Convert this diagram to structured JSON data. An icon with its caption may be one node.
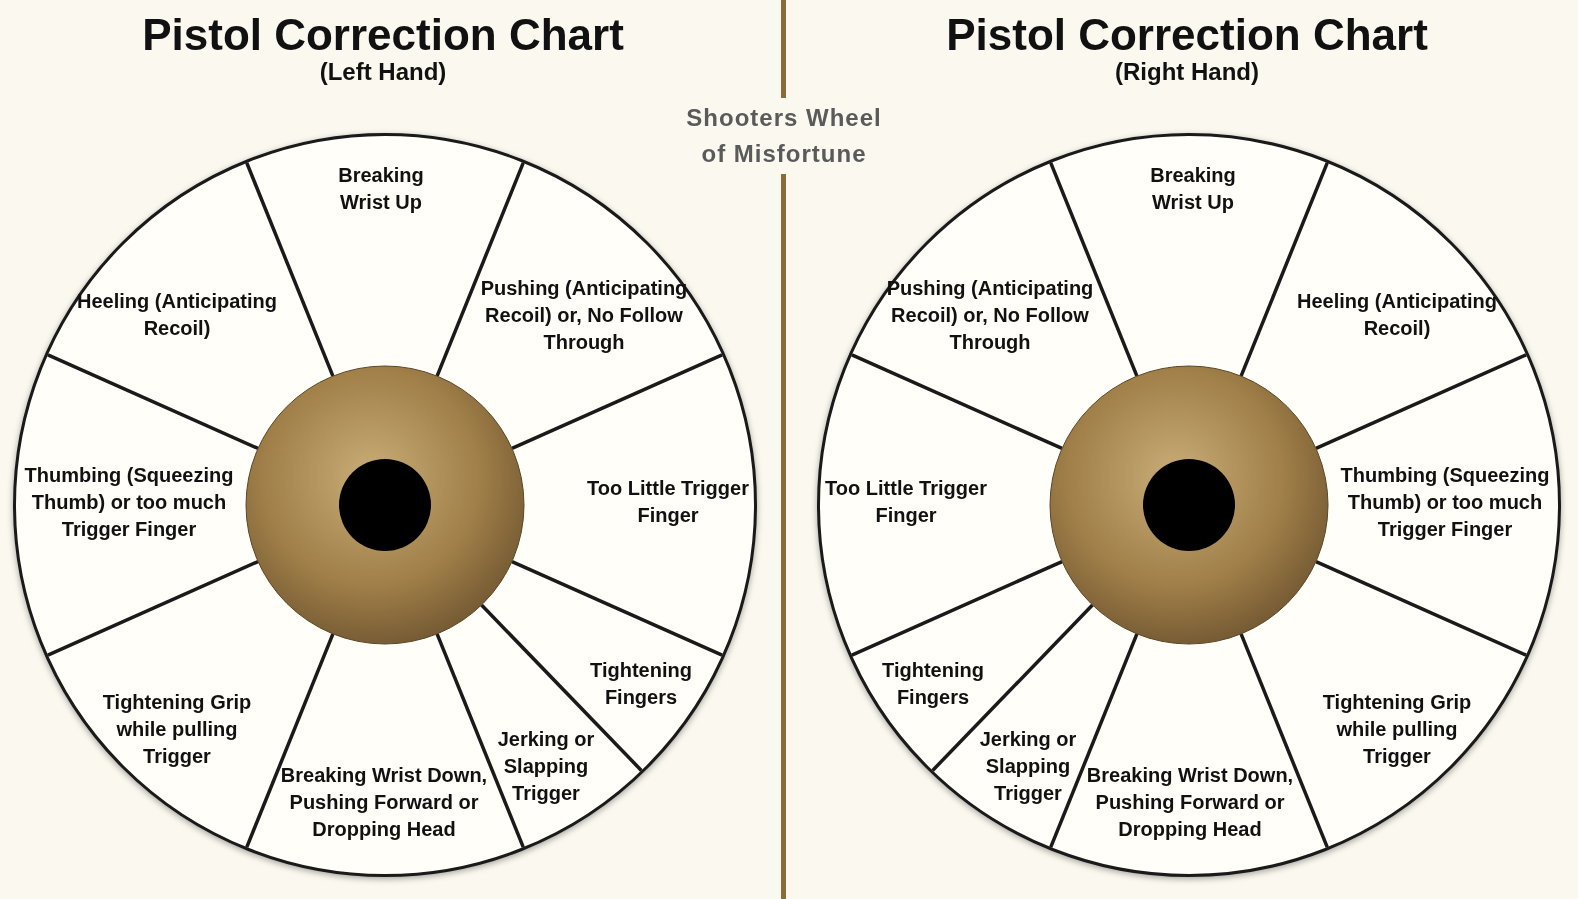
{
  "diagram": {
    "nodes": [
      {
        "text": [],
        "shape": "circle"
      },
      {
        "text": [
          "Breaking Wrist Up"
        ],
        "in": 0
      },
      {
        "text": [
          "Pushing (Anticipating Recoil) or, No Follow Through"
        ],
        "in": 0
      },
      {
        "text": [
          "Heeling (Anticipating Recoil)"
        ],
        "in": 0
      },
      {
        "text": [
          "Thumbing (Squeezing Thumb) or too much Trigger Finger"
        ],
        "in": 0
      },
      {
        "text": [
          "Too Little Trigger Finger"
        ],
        "in": 0
      },
      {
        "text": [
          "Tightening Fingers"
        ],
        "in": 0
      },
      {
        "text": [
          "Tightening Grip while pulling Trigger"
        ],
        "in": 0
      },
      {
        "text": [
          "Jerking or Slapping Trigger"
        ],
        "in": 0
      },
      {
        "text": [
          "Breaking Wrist Down, Pushing Forward or Dropping Head"
        ],
        "in": 0
      },
      {
        "text": [],
        "shape": "circle"
      },
      {
        "text": [
          "Breaking Wrist Up"
        ],
        "in": 10
      },
      {
        "text": [
          "Pushing (Anticipating Recoil) or, No Follow Through"
        ],
        "in": 10
      },
      {
        "text": [
          "Heeling (Anticipating Recoil)"
        ],
        "in": 10
      },
      {
        "text": [
          "Thumbing (Squeezing Thumb) or too much Trigger Finger"
        ],
        "in": 10
      },
      {
        "text": [
          "Too Little Trigger Finger"
        ],
        "in": 10
      },
      {
        "text": [
          "Tightening Fingers"
        ],
        "in": 10
      },
      {
        "text": [
          "Tightening Grip while pulling Trigger"
        ],
        "in": 10
      },
      {
        "text": [
          "Jerking or Slapping Trigger"
        ],
        "in": 10
      },
      {
        "text": [
          "Breaking Wrist Down, Pushing Forward or Dropping Head"
        ],
        "in": 10
      }
    ],
    "labels": [
      "Pistol Correction Chart",
      "(Left Hand)",
      "Pistol Correction Chart",
      "(Right Hand)",
      "Shooters Wheel of Misfortune"
    ]
  }
}
